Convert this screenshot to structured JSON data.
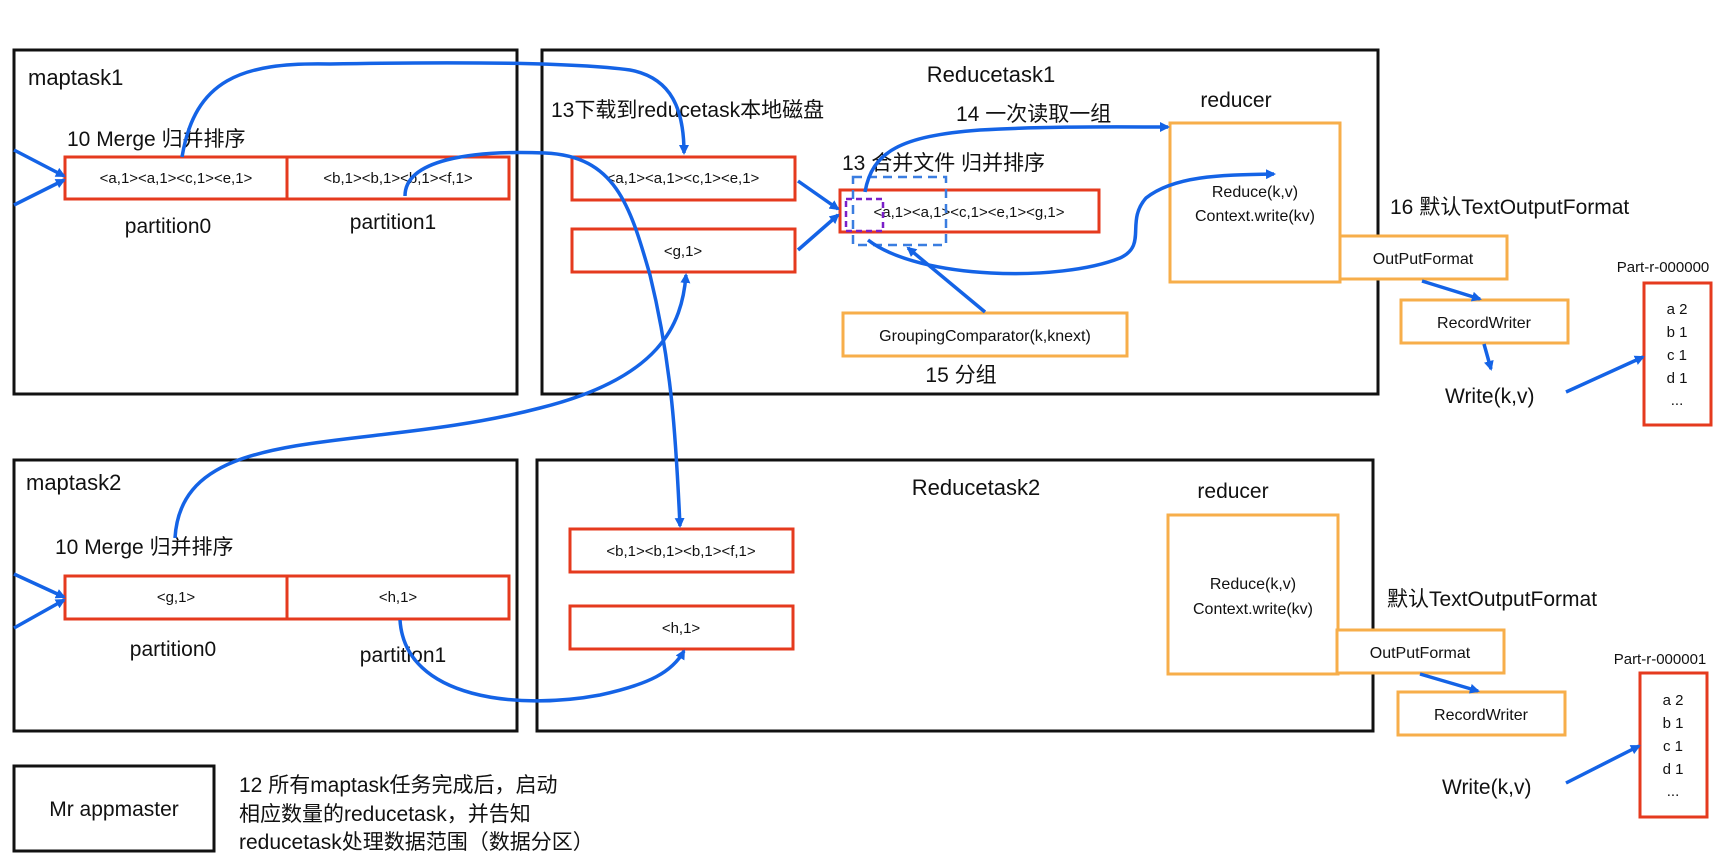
{
  "maptask1": {
    "title": "maptask1",
    "merge_label": "10 Merge 归并排序",
    "partition0_cell": "<a,1><a,1><c,1><e,1>",
    "partition1_cell": "<b,1><b,1><b,1><f,1>",
    "partition0_label": "partition0",
    "partition1_label": "partition1"
  },
  "maptask2": {
    "title": "maptask2",
    "merge_label": "10 Merge 归并排序",
    "partition0_cell": "<g,1>",
    "partition1_cell": "<h,1>",
    "partition0_label": "partition0",
    "partition1_label": "partition1"
  },
  "reducetask1": {
    "title": "Reducetask1",
    "download_label": "13下载到reducetask本地磁盘",
    "read_group_label": "14 一次读取一组",
    "merge_sort_label": "13 合并文件 归并排序",
    "file1": "<a,1><a,1><c,1><e,1>",
    "file2": "<g,1>",
    "merged_file": "<a,1><a,1><c,1><e,1><g,1>",
    "grouping_comparator": "GroupingComparator(k,knext)",
    "group_label": "15 分组",
    "reducer_title": "reducer",
    "reduce_line1": "Reduce(k,v)",
    "reduce_line2": "Context.write(kv)",
    "output_format_label": "16 默认TextOutputFormat",
    "output_format": "OutPutFormat",
    "record_writer": "RecordWriter",
    "write": "Write(k,v)",
    "part_file_title": "Part-r-000000",
    "part_file_lines": [
      "a 2",
      "b 1",
      "c 1",
      "d 1",
      "..."
    ]
  },
  "reducetask2": {
    "title": "Reducetask2",
    "file1": "<b,1><b,1><b,1><f,1>",
    "file2": "<h,1>",
    "reducer_title": "reducer",
    "reduce_line1": "Reduce(k,v)",
    "reduce_line2": "Context.write(kv)",
    "output_format_label": "默认TextOutputFormat",
    "output_format": "OutPutFormat",
    "record_writer": "RecordWriter",
    "write": "Write(k,v)",
    "part_file_title": "Part-r-000001",
    "part_file_lines": [
      "a 2",
      "b 1",
      "c 1",
      "d 1",
      "..."
    ]
  },
  "appmaster": {
    "label": "Mr appmaster",
    "note_lines": [
      "12 所有maptask任务完成后，启动",
      "相应数量的reducetask，并告知",
      "reducetask处理数据范围（数据分区）"
    ]
  },
  "colors": {
    "arrow": "#1463e6",
    "partition_border": "#e53a1e",
    "component_border": "#f7ae4a",
    "container_border": "#111111",
    "grouping_dash": "#3a7de0",
    "key_dash": "#7a1fc8"
  }
}
